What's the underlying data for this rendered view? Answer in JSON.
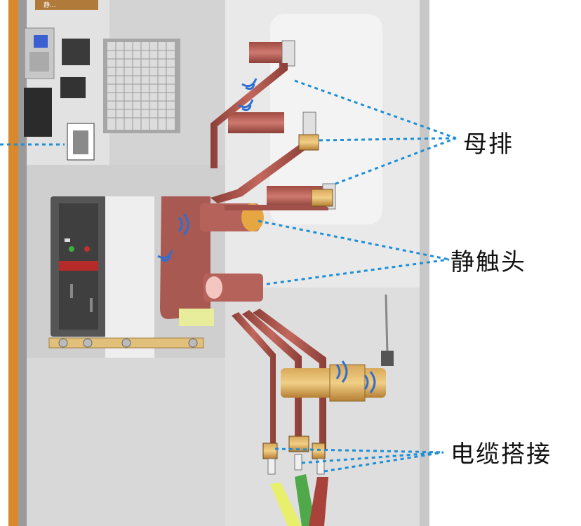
{
  "labels": {
    "busbar": "母排",
    "static_contact": "静触头",
    "cable_joint": "电缆搭接"
  },
  "top_tab": {
    "text": "静..."
  },
  "colors": {
    "leader": "#1f8fd6",
    "copper": "#b0524a",
    "copper_dark": "#7f3a33",
    "cabinet": "#e3e3e3",
    "cabinet_dark": "#c9c9c9",
    "frame_orange": "#d9892b",
    "sensor_blue": "#2f6ed0"
  },
  "icons": {
    "sensor": "wireless-temperature-sensor-icon"
  }
}
